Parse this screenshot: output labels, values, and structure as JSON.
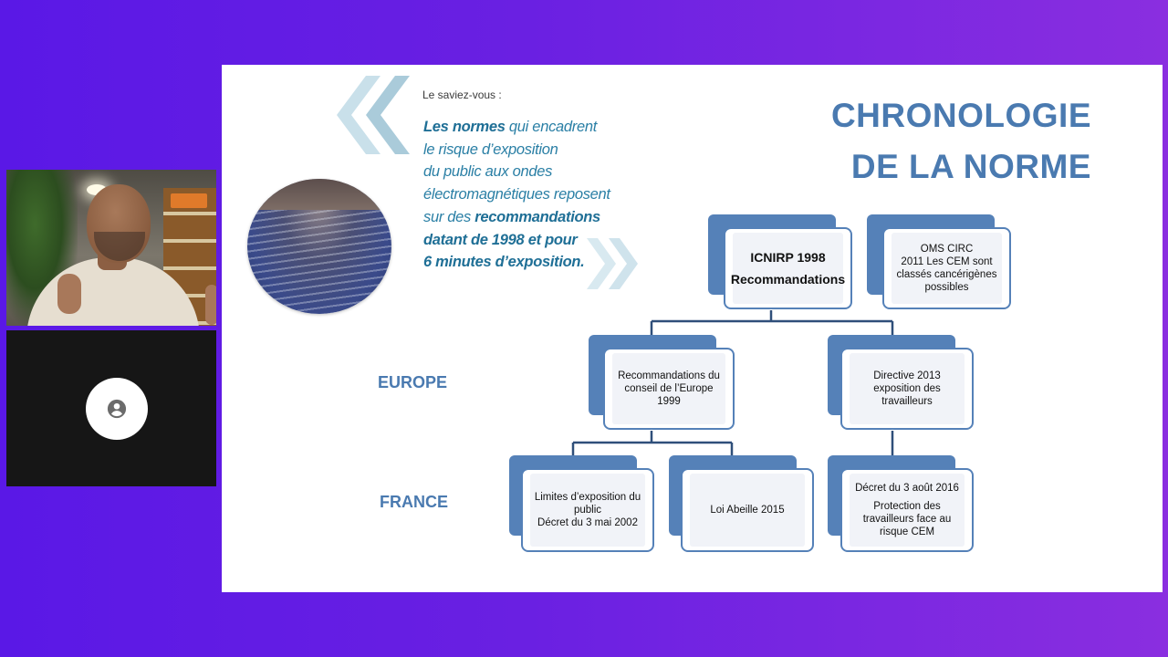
{
  "participants": [
    {
      "type": "video",
      "name": ""
    },
    {
      "type": "avatar",
      "icon": "person-icon"
    }
  ],
  "slide": {
    "intro": "Le saviez-vous :",
    "fact_lines": [
      {
        "segments": [
          {
            "text": "Les normes",
            "bold": true
          },
          {
            "text": " qui encadrent",
            "bold": false
          }
        ]
      },
      {
        "segments": [
          {
            "text": "le risque d’exposition",
            "bold": false
          }
        ]
      },
      {
        "segments": [
          {
            "text": "du public aux ondes",
            "bold": false
          }
        ]
      },
      {
        "segments": [
          {
            "text": "électromagnétiques reposent",
            "bold": false
          }
        ]
      },
      {
        "segments": [
          {
            "text": "sur des ",
            "bold": false
          },
          {
            "text": "recommandations",
            "bold": true
          }
        ]
      },
      {
        "segments": [
          {
            "text": "datant de 1998 et pour",
            "bold": true
          }
        ]
      },
      {
        "segments": [
          {
            "text": "6 minutes d’exposition.",
            "bold": true
          }
        ]
      }
    ],
    "title_line1": "CHRONOLOGIE",
    "title_line2": "DE LA NORME",
    "label_europe": "EUROPE",
    "label_france": "FRANCE",
    "nodes": {
      "icnirp": [
        "ICNIRP 1998",
        "Recommandations"
      ],
      "oms": [
        "OMS CIRC",
        "2011 Les CEM sont",
        "classés cancérigènes",
        "possibles"
      ],
      "conseil": [
        "Recommandations du",
        "conseil de l’Europe",
        "1999"
      ],
      "directive": [
        "Directive 2013",
        "exposition des",
        "travailleurs"
      ],
      "limites": [
        "Limites d’exposition du",
        "public",
        "Décret  du 3 mai 2002"
      ],
      "abeille": [
        "Loi Abeille 2015"
      ],
      "decret2016": [
        "Décret du 3 août 2016",
        "",
        "Protection des",
        "travailleurs face au",
        "risque CEM"
      ]
    }
  },
  "colors": {
    "accent_blue": "#5581b8",
    "title_blue": "#4a7ab0",
    "fact_blue": "#2a7fa5",
    "background_start": "#5a18e6",
    "background_end": "#8a2ee0"
  }
}
